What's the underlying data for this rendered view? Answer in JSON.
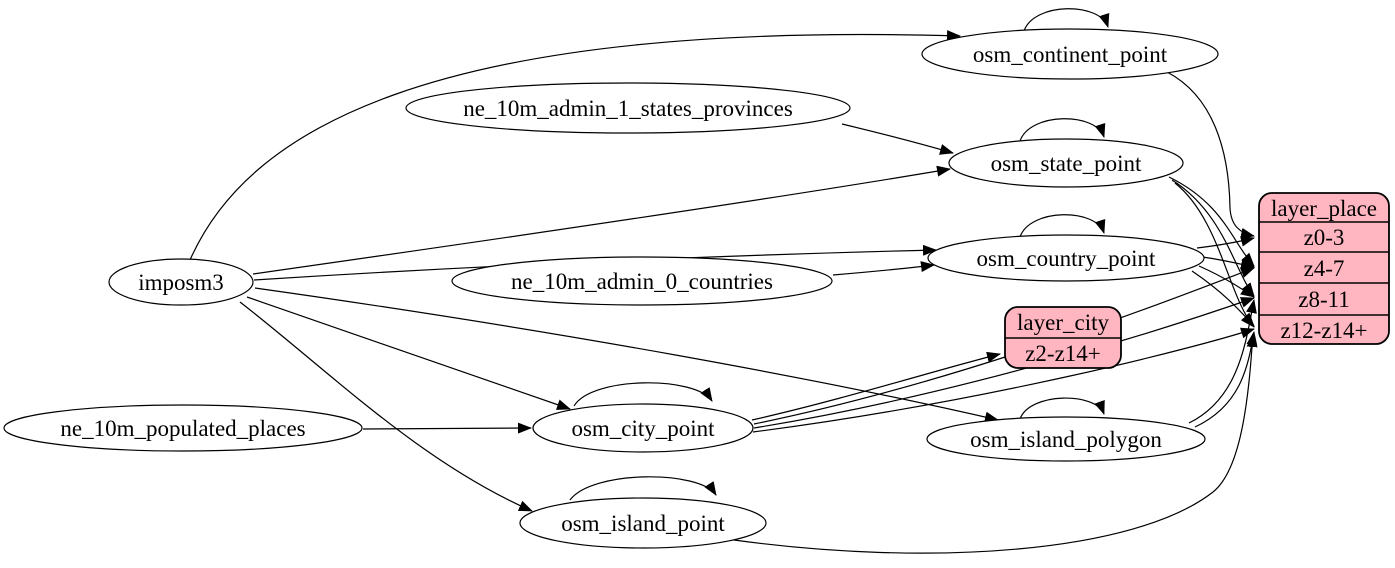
{
  "diagram": {
    "type": "dependency-graph",
    "background_color": "#ffffff",
    "colors": {
      "table_node_fill": "#ffffff",
      "layer_node_fill": "#ffb6c1",
      "stroke": "#000000",
      "edge_color": "#000000",
      "text_color": "#000000"
    },
    "nodes": {
      "imposm3": {
        "label": "imposm3"
      },
      "ne_10m_admin_1_states_provinces": {
        "label": "ne_10m_admin_1_states_provinces"
      },
      "ne_10m_admin_0_countries": {
        "label": "ne_10m_admin_0_countries"
      },
      "ne_10m_populated_places": {
        "label": "ne_10m_populated_places"
      },
      "osm_continent_point": {
        "label": "osm_continent_point"
      },
      "osm_state_point": {
        "label": "osm_state_point"
      },
      "osm_country_point": {
        "label": "osm_country_point"
      },
      "osm_city_point": {
        "label": "osm_city_point"
      },
      "osm_island_polygon": {
        "label": "osm_island_polygon"
      },
      "osm_island_point": {
        "label": "osm_island_point"
      }
    },
    "records": {
      "layer_place": {
        "title": "layer_place",
        "rows": [
          "z0-3",
          "z4-7",
          "z8-11",
          "z12-z14+"
        ]
      },
      "layer_city": {
        "title": "layer_city",
        "rows": [
          "z2-z14+"
        ]
      }
    },
    "edges": [
      {
        "from": "imposm3",
        "to": "osm_continent_point"
      },
      {
        "from": "imposm3",
        "to": "osm_state_point"
      },
      {
        "from": "imposm3",
        "to": "osm_country_point"
      },
      {
        "from": "imposm3",
        "to": "osm_city_point"
      },
      {
        "from": "imposm3",
        "to": "osm_island_polygon"
      },
      {
        "from": "imposm3",
        "to": "osm_island_point"
      },
      {
        "from": "ne_10m_admin_1_states_provinces",
        "to": "osm_state_point"
      },
      {
        "from": "ne_10m_admin_0_countries",
        "to": "osm_country_point"
      },
      {
        "from": "ne_10m_populated_places",
        "to": "osm_city_point"
      },
      {
        "from": "osm_continent_point",
        "to": "osm_continent_point",
        "self_loop": true
      },
      {
        "from": "osm_state_point",
        "to": "osm_state_point",
        "self_loop": true
      },
      {
        "from": "osm_country_point",
        "to": "osm_country_point",
        "self_loop": true
      },
      {
        "from": "osm_city_point",
        "to": "osm_city_point",
        "self_loop": true
      },
      {
        "from": "osm_island_polygon",
        "to": "osm_island_polygon",
        "self_loop": true
      },
      {
        "from": "osm_island_point",
        "to": "osm_island_point",
        "self_loop": true
      },
      {
        "from": "osm_continent_point",
        "to": "layer_place",
        "port": "z0-3"
      },
      {
        "from": "osm_state_point",
        "to": "layer_place",
        "port": "z4-7"
      },
      {
        "from": "osm_state_point",
        "to": "layer_place",
        "port": "z8-11"
      },
      {
        "from": "osm_state_point",
        "to": "layer_place",
        "port": "z12-z14+"
      },
      {
        "from": "osm_country_point",
        "to": "layer_place",
        "port": "z0-3"
      },
      {
        "from": "osm_country_point",
        "to": "layer_place",
        "port": "z4-7"
      },
      {
        "from": "osm_country_point",
        "to": "layer_place",
        "port": "z8-11"
      },
      {
        "from": "osm_country_point",
        "to": "layer_place",
        "port": "z12-z14+"
      },
      {
        "from": "osm_city_point",
        "to": "layer_city",
        "port": "z2-z14+"
      },
      {
        "from": "osm_city_point",
        "to": "layer_place",
        "port": "z4-7"
      },
      {
        "from": "osm_city_point",
        "to": "layer_place",
        "port": "z8-11"
      },
      {
        "from": "osm_city_point",
        "to": "layer_place",
        "port": "z12-z14+"
      },
      {
        "from": "osm_island_polygon",
        "to": "layer_place",
        "port": "z8-11"
      },
      {
        "from": "osm_island_polygon",
        "to": "layer_place",
        "port": "z12-z14+"
      },
      {
        "from": "osm_island_point",
        "to": "layer_place",
        "port": "z12-z14+"
      }
    ]
  }
}
